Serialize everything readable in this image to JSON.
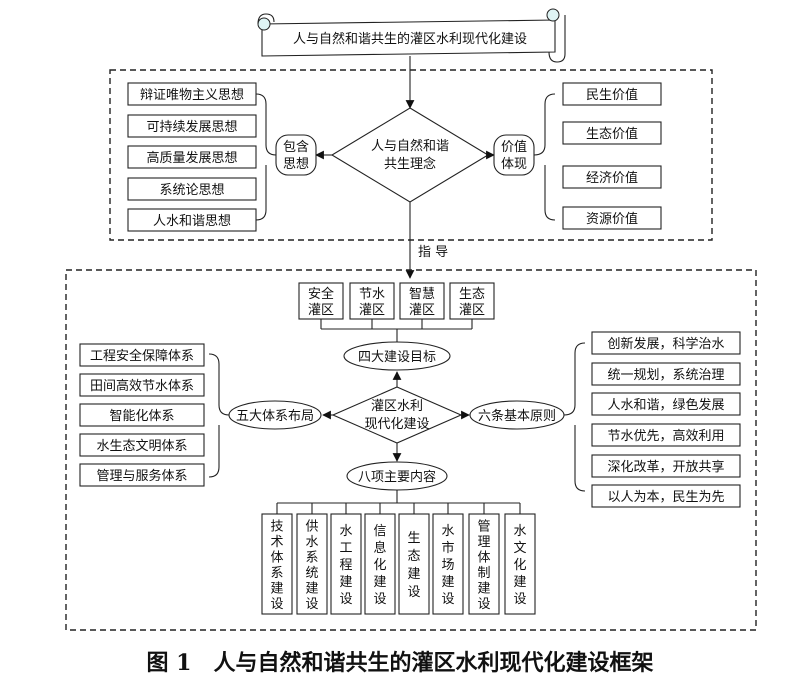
{
  "banner_title": "人与自然和谐共生的灌区水利现代化建设",
  "top": {
    "center": [
      "人与自然和谐",
      "共生理念"
    ],
    "left_hub": [
      "包含",
      "思想"
    ],
    "right_hub": [
      "价值",
      "体现"
    ],
    "left_items": [
      "辩证唯物主义思想",
      "可持续发展思想",
      "高质量发展思想",
      "系统论思想",
      "人水和谐思想"
    ],
    "right_items": [
      "民生价值",
      "生态价值",
      "经济价值",
      "资源价值"
    ]
  },
  "guide_label": "指  导",
  "bottom": {
    "center": [
      "灌区水利",
      "现代化建设"
    ],
    "goals_label": "四大建设目标",
    "goals": [
      [
        "安全",
        "灌区"
      ],
      [
        "节水",
        "灌区"
      ],
      [
        "智慧",
        "灌区"
      ],
      [
        "生态",
        "灌区"
      ]
    ],
    "systems_label": "五大体系布局",
    "systems": [
      "工程安全保障体系",
      "田间高效节水体系",
      "智能化体系",
      "水生态文明体系",
      "管理与服务体系"
    ],
    "principles_label": "六条基本原则",
    "principles": [
      "创新发展，科学治水",
      "统一规划，系统治理",
      "人水和谐，绿色发展",
      "节水优先，高效利用",
      "深化改革，开放共享",
      "以人为本，民生为先"
    ],
    "contents_label": "八项主要内容",
    "contents": [
      "技术体系建设",
      "供水系统建设",
      "水工程建设",
      "信息化建设",
      "生态建设",
      "水市场建设",
      "管理体制建设",
      "水文化建设"
    ]
  },
  "caption": "图 1　人与自然和谐共生的灌区水利现代化建设框架"
}
